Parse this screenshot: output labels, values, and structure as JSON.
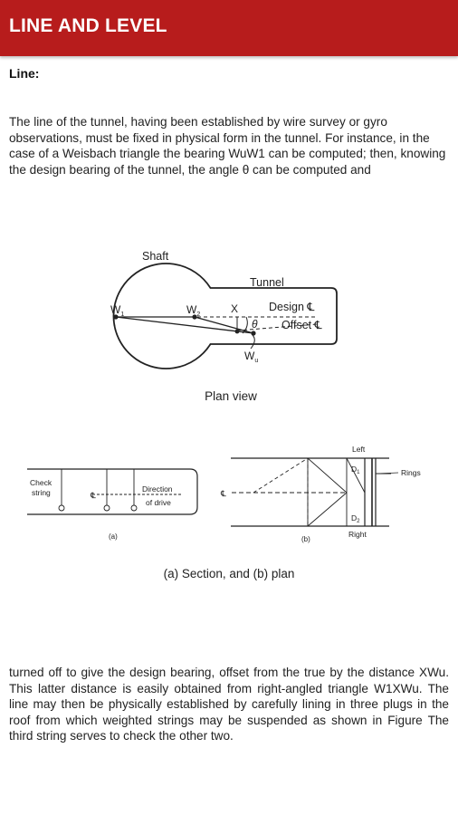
{
  "header": {
    "title": "LINE AND LEVEL",
    "bg_color": "#b71c1c"
  },
  "section": {
    "heading": "Line:"
  },
  "paragraphs": {
    "p1": "The line of the tunnel, having been established by wire survey or gyro observations, must be fixed in physical form in the tunnel. For instance, in the case of a Weisbach triangle  the bearing WuW1 can be computed; then, knowing the design bearing of the tunnel, the angle θ can be computed and",
    "p2": "turned off to give the design bearing, offset from the true by the distance XWu. This latter distance is easily obtained from right-angled triangle W1XWu. The line may then be physically established by carefully lining in three plugs in the roof from which weighted strings may be suspended as shown in Figure The third string serves to check the other two."
  },
  "figure1": {
    "shaft": "Shaft",
    "tunnel": "Tunnel",
    "w1": "W",
    "w1_sub": "1",
    "w2": "W",
    "w2_sub": "2",
    "x": "X",
    "theta": "θ",
    "wu": "W",
    "wu_sub": "u",
    "design": "Design ℄",
    "offset": "Offset ℄",
    "caption": "Plan view"
  },
  "figure2": {
    "check_string_1": "Check",
    "check_string_2": "string",
    "cl_a": "℄",
    "direction_1": "Direction",
    "direction_2": "of drive",
    "label_a": "(a)",
    "cl_b": "℄",
    "left": "Left",
    "right": "Right",
    "d1": "D",
    "d1_sub": "1",
    "d2": "D",
    "d2_sub": "2",
    "rings": "Rings",
    "label_b": "(b)",
    "caption": "(a) Section, and (b) plan"
  }
}
